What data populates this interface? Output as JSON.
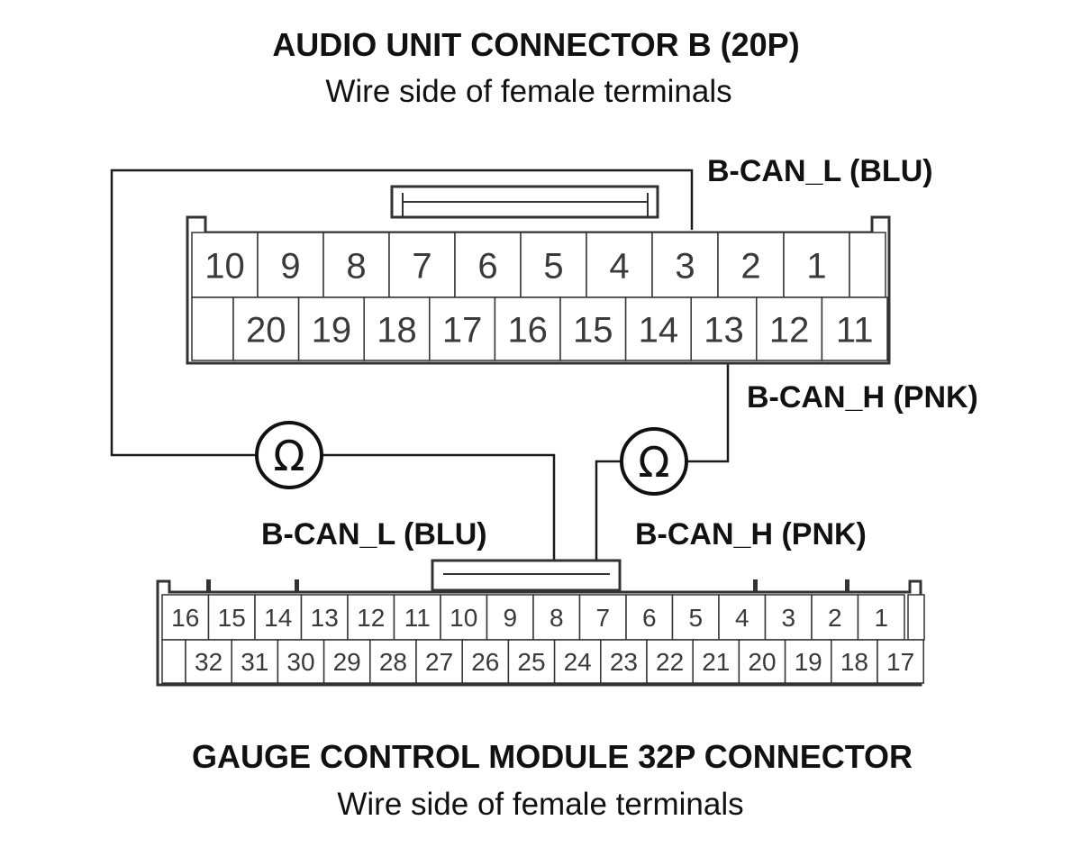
{
  "colors": {
    "line": "#1a1a1a",
    "terminal_text": "#3a3a3a",
    "background": "#ffffff"
  },
  "audio_connector": {
    "title": "AUDIO UNIT CONNECTOR B (20P)",
    "subtitle": "Wire side of female terminals",
    "top_row": [
      "10",
      "9",
      "8",
      "7",
      "6",
      "5",
      "4",
      "3",
      "2",
      "1"
    ],
    "bottom_row": [
      "20",
      "19",
      "18",
      "17",
      "16",
      "15",
      "14",
      "13",
      "12",
      "11"
    ]
  },
  "gauge_connector": {
    "title": "GAUGE CONTROL MODULE 32P CONNECTOR",
    "subtitle": "Wire side of female terminals",
    "top_row": [
      "16",
      "15",
      "14",
      "13",
      "12",
      "11",
      "10",
      "9",
      "8",
      "7",
      "6",
      "5",
      "4",
      "3",
      "2",
      "1"
    ],
    "bottom_row": [
      "32",
      "31",
      "30",
      "29",
      "28",
      "27",
      "26",
      "25",
      "24",
      "23",
      "22",
      "21",
      "20",
      "19",
      "18",
      "17"
    ]
  },
  "wire_labels": {
    "audio_can_l": "B-CAN_L (BLU)",
    "audio_can_h": "B-CAN_H (PNK)",
    "gauge_can_l": "B-CAN_L (BLU)",
    "gauge_can_h": "B-CAN_H (PNK)"
  },
  "meters": {
    "left_symbol": "Ω",
    "right_symbol": "Ω",
    "icon": "ohmmeter-icon"
  }
}
